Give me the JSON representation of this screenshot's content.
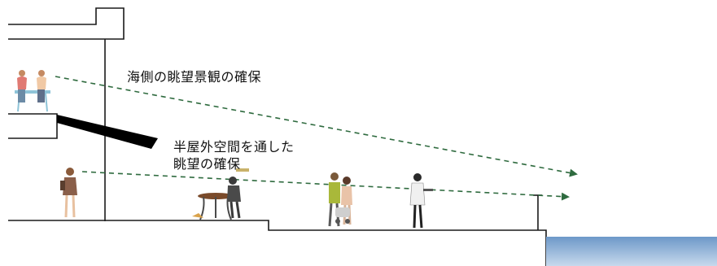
{
  "annotations": {
    "sea_view": "海側の眺望景観の確保",
    "semi_outdoor_line1": "半屋外空間を通した",
    "semi_outdoor_line2": "眺望の確保"
  },
  "colors": {
    "sightline": "#2f6b3f",
    "structure": "#1a1a1a",
    "ramp": "#000000",
    "sea_top": "#6d98c8",
    "sea_bottom": "#c7d9ec"
  },
  "icons": {
    "sightline_marker": "arrow-head",
    "people": "person-figure",
    "furniture": "cafe-table"
  }
}
